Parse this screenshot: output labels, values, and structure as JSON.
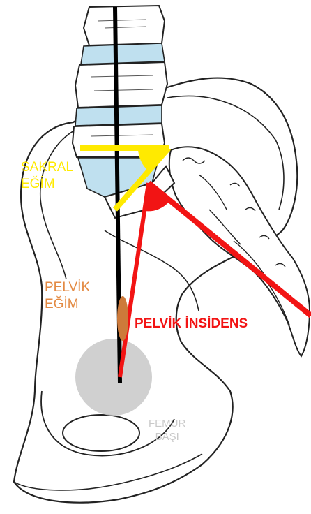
{
  "labels": {
    "sacral_slope_line1": "SAKRAL",
    "sacral_slope_line2": "EĞİM",
    "pelvic_tilt_line1": "PELVİK",
    "pelvic_tilt_line2": "EĞİM",
    "pelvic_incidence": "PELVİK İNSİDENS",
    "femoral_head_line1": "FEMUR",
    "femoral_head_line2": "BAŞI"
  },
  "colors": {
    "sacral_slope": "#ffea00",
    "pelvic_incidence": "#f21414",
    "pelvic_tilt": "#cd7a3a",
    "femoral_head": "#c8c8c8",
    "disc": "#bfe0ef",
    "bone_outline": "#222222",
    "vertical_line": "#000000"
  }
}
